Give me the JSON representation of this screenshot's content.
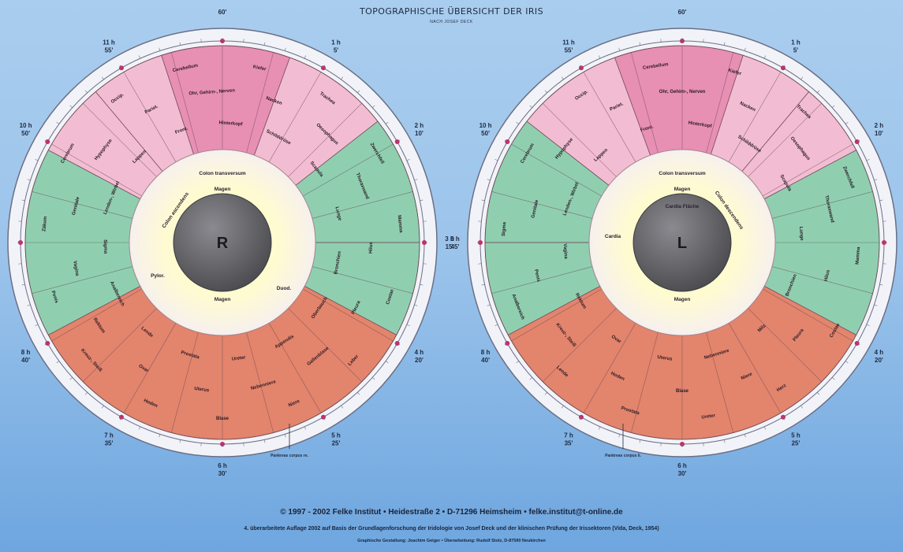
{
  "header": {
    "title": "TOPOGRAPHISCHE ÜBERSICHT DER IRIS",
    "subtitle": "NACH JOSEF DECK"
  },
  "colors": {
    "pink": "#e88fb4",
    "light_pink": "#f2bdd2",
    "green": "#8fcfb0",
    "salmon": "#e3846c",
    "ring": "#f6f0ee",
    "pupil": "#4a4a4e"
  },
  "irises": [
    {
      "pupil_label": "R",
      "inner": [
        "Colon transversum",
        "Colon ascendens",
        "Magen",
        "Magen",
        "Pylor.",
        "Duod."
      ],
      "sector_labels": [
        "Cerebrum",
        "Hypophyse",
        "Lappen",
        "Occip.",
        "Pariet.",
        "Front.",
        "Cerebellum",
        "Ohr, Gehirn-, Nerven",
        "Hinterkopf",
        "Kiefer",
        "Nacken",
        "Schilddrüse",
        "Trachea",
        "Oesophagus",
        "Scapula",
        "Zwerchfell",
        "Thoraxwand",
        "Lunge",
        "Mamma",
        "Hilus",
        "Bronchien",
        "Costae",
        "Pleura",
        "Oberbauch",
        "Leber",
        "Gallenblase",
        "Appendix",
        "Niere",
        "Nebenniere",
        "Ureter",
        "Blase",
        "Uterus",
        "Prostata",
        "Hoden",
        "Ovar",
        "Lende",
        "Kreuz-, Steiß",
        "Rektum",
        "Analbereich",
        "Penis",
        "Vagina",
        "Sigma",
        "Zäkum",
        "Genitale",
        "Lenden-, Wirbel"
      ],
      "clock_labels": [
        {
          "h": "60'",
          "m": ""
        },
        {
          "h": "1 h",
          "m": "5'"
        },
        {
          "h": "2 h",
          "m": "10'"
        },
        {
          "h": "3 h",
          "m": "15'"
        },
        {
          "h": "4 h",
          "m": "20'"
        },
        {
          "h": "5 h",
          "m": "25'"
        },
        {
          "h": "6 h",
          "m": "30'"
        },
        {
          "h": "7 h",
          "m": "35'"
        },
        {
          "h": "8 h",
          "m": "40'"
        },
        {
          "h": "9 h",
          "m": "45'"
        },
        {
          "h": "10 h",
          "m": "50'"
        },
        {
          "h": "11 h",
          "m": "55'"
        }
      ],
      "note": "Pankreas corpus re."
    },
    {
      "pupil_label": "L",
      "inner": [
        "Colon transversum",
        "Colon descendens",
        "Magen",
        "Magen",
        "Cardia",
        "Cardia Fläche"
      ],
      "sector_labels": [
        "Cerebrum",
        "Hypophyse",
        "Lappen",
        "Occip.",
        "Pariet.",
        "Front.",
        "Cerebellum",
        "Ohr, Gehirn-, Nerven",
        "Hinterkopf",
        "Kiefer",
        "Nacken",
        "Schilddrüse",
        "Trachea",
        "Oesophagus",
        "Scapula",
        "Zwerchfell",
        "Thoraxwand",
        "Lunge",
        "Mamma",
        "Hilus",
        "Bronchien",
        "Costae",
        "Pleura",
        "Milz",
        "Herz",
        "Niere",
        "Nebenniere",
        "Ureter",
        "Blase",
        "Uterus",
        "Prostata",
        "Hoden",
        "Ovar",
        "Lende",
        "Kreuz-, Steiß",
        "Rektum",
        "Analbereich",
        "Penis",
        "Vagina",
        "Sigma",
        "Genitale",
        "Lenden-, Wirbel"
      ],
      "clock_labels": [
        {
          "h": "60'",
          "m": ""
        },
        {
          "h": "1 h",
          "m": "5'"
        },
        {
          "h": "2 h",
          "m": "10'"
        },
        {
          "h": "3 h",
          "m": "15'"
        },
        {
          "h": "4 h",
          "m": "20'"
        },
        {
          "h": "5 h",
          "m": "25'"
        },
        {
          "h": "6 h",
          "m": "30'"
        },
        {
          "h": "7 h",
          "m": "35'"
        },
        {
          "h": "8 h",
          "m": "40'"
        },
        {
          "h": "9 h",
          "m": "45'"
        },
        {
          "h": "10 h",
          "m": "50'"
        },
        {
          "h": "11 h",
          "m": "55'"
        }
      ],
      "note": "Pankreas corpus li."
    }
  ],
  "footer": {
    "line1": "© 1997 - 2002 Felke Institut • Heidestraße 2 • D-71296 Heimsheim • felke.institut@t-online.de",
    "line2": "4. überarbeitete Auflage 2002 auf Basis der Grundlagenforschung der Iridologie von Josef Deck und der klinischen Prüfung der Irissektoren (Vida, Deck, 1954)",
    "line3": "Graphische Gestaltung: Joachim Geiger • Überarbeitung: Rudolf Stolz, D-87590 Neukirchen"
  }
}
